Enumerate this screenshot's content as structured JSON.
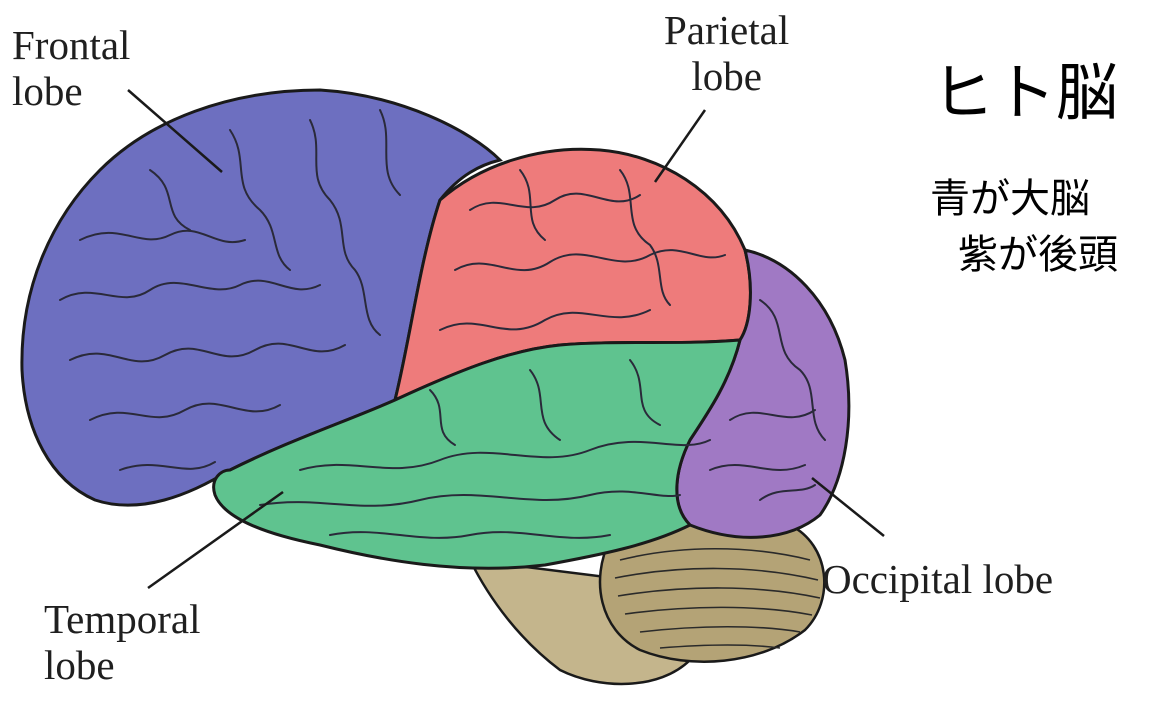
{
  "title": "ヒト脳",
  "notes": [
    "青が大脳",
    "紫が後頭"
  ],
  "labels": {
    "frontal": "Frontal\nlobe",
    "parietal": "Parietal\nlobe",
    "temporal": "Temporal\nlobe",
    "occipital": "Occipital lobe"
  },
  "colors": {
    "frontal": "#6d6fc0",
    "parietal": "#ee7b7b",
    "temporal": "#5fc38f",
    "occipital": "#a079c4",
    "cerebellum": "#b4a376",
    "brainstem": "#c4b58c",
    "outline": "#1a1a1a",
    "sulcus": "#2a2a3a"
  }
}
